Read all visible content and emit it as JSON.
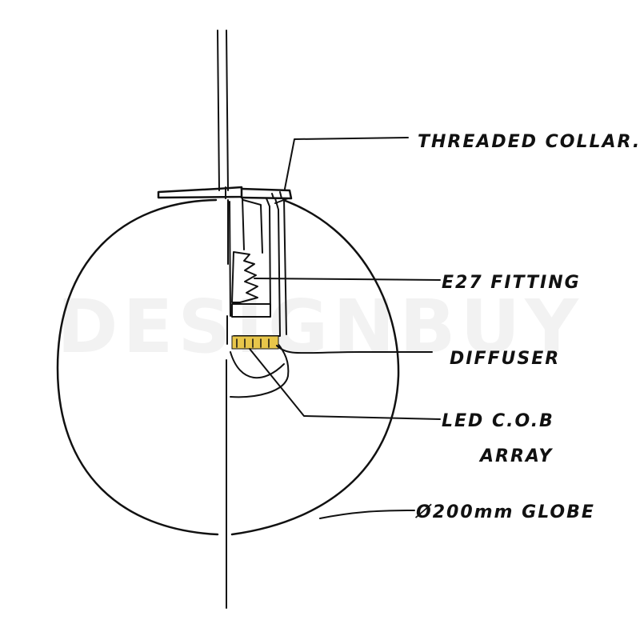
{
  "watermark": "DESIGNBUY",
  "callouts": {
    "threaded_collar": "THREADED COLLAR.",
    "e27_fitting": "E27 FITTING",
    "diffuser": "DIFFUSER",
    "led_line1": "LED C.O.B",
    "led_line2": "ARRAY",
    "globe": "Ø200mm GLOBE"
  },
  "colors": {
    "ink": "#111111",
    "led": "#e8c64a",
    "watermark": "#f2f2f2"
  }
}
